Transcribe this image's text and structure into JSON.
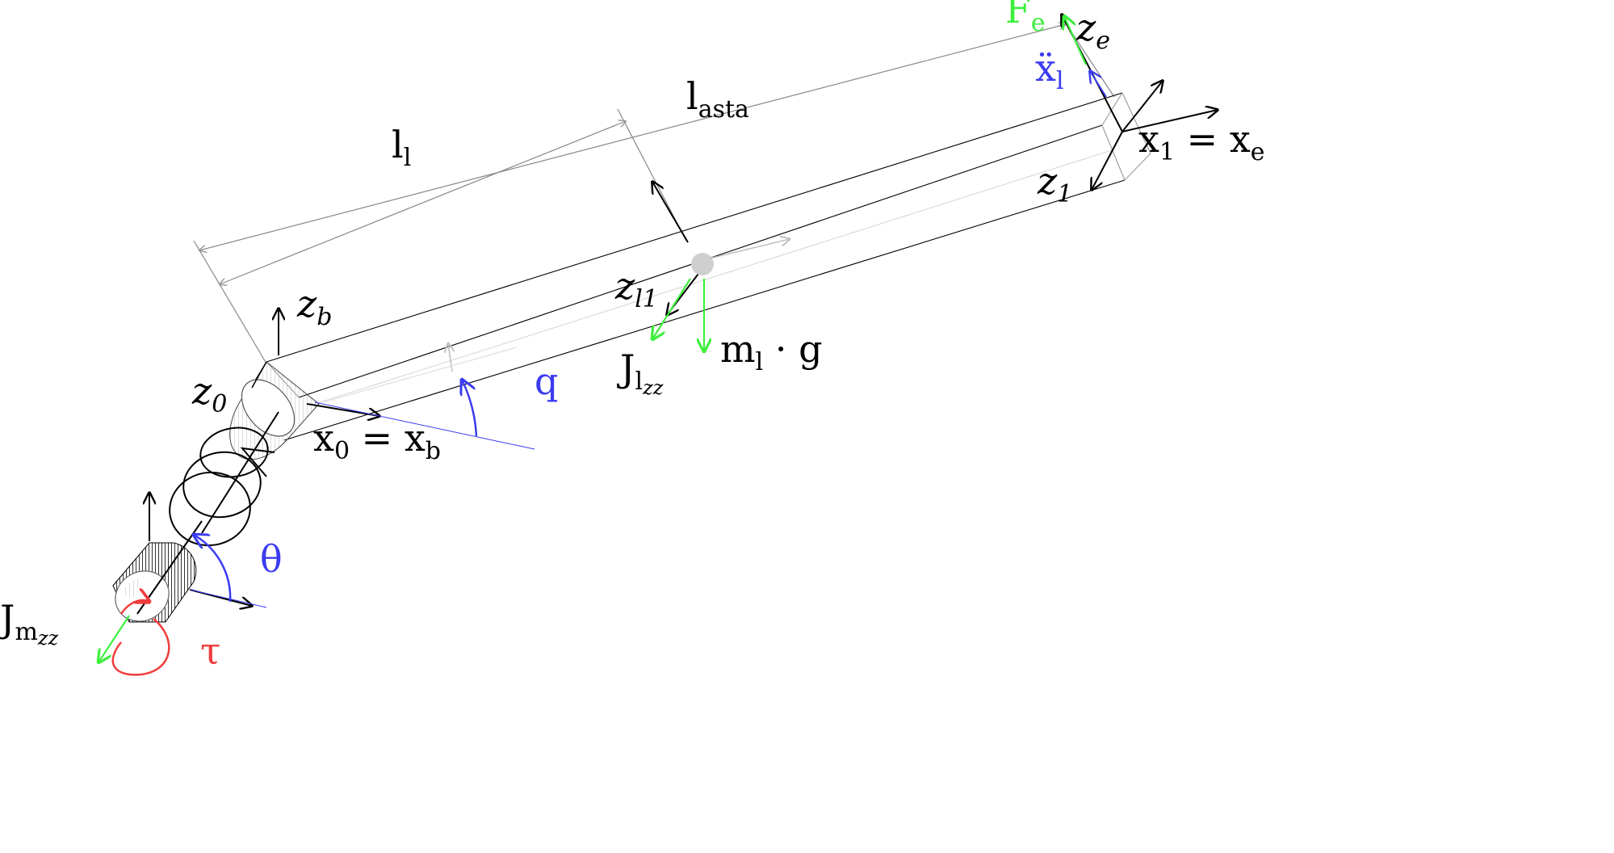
{
  "diagram": {
    "labels": {
      "l_asta": {
        "base": "l",
        "sub": "asta"
      },
      "l_l": {
        "base": "l",
        "sub": "l"
      },
      "z_b": {
        "base": "z",
        "sub": "b"
      },
      "z_0": {
        "base": "z",
        "sub": "0"
      },
      "x0_eq_xb": {
        "a": "x",
        "a_sub": "0",
        "eq": " = ",
        "b": "x",
        "b_sub": "b"
      },
      "q": "q",
      "z_l1": {
        "base": "z",
        "sub": "l1"
      },
      "m_l_g": {
        "a": "m",
        "a_sub": "l",
        "dot": " · ",
        "b": "g"
      },
      "J_lzz": {
        "base": "J",
        "sub": "l",
        "subsub": "zz"
      },
      "theta": "θ",
      "J_mzz": {
        "base": "J",
        "sub": "m",
        "subsub": "zz"
      },
      "tau": "τ",
      "F_e": {
        "base": "F",
        "sub": "e"
      },
      "z_e": {
        "base": "z",
        "sub": "e"
      },
      "xddot_l": {
        "base": "ẍ",
        "sub": "l"
      },
      "x1_eq_xe": {
        "a": "x",
        "a_sub": "1",
        "eq": " = ",
        "b": "x",
        "b_sub": "e"
      },
      "z_1": {
        "base": "z",
        "sub": "1"
      }
    },
    "colors": {
      "black": "#000000",
      "gray": "#999999",
      "lightgray": "#cfcfcf",
      "blue": "#3b3bf0",
      "green": "#3cf03c",
      "red": "#f03c3c"
    }
  }
}
